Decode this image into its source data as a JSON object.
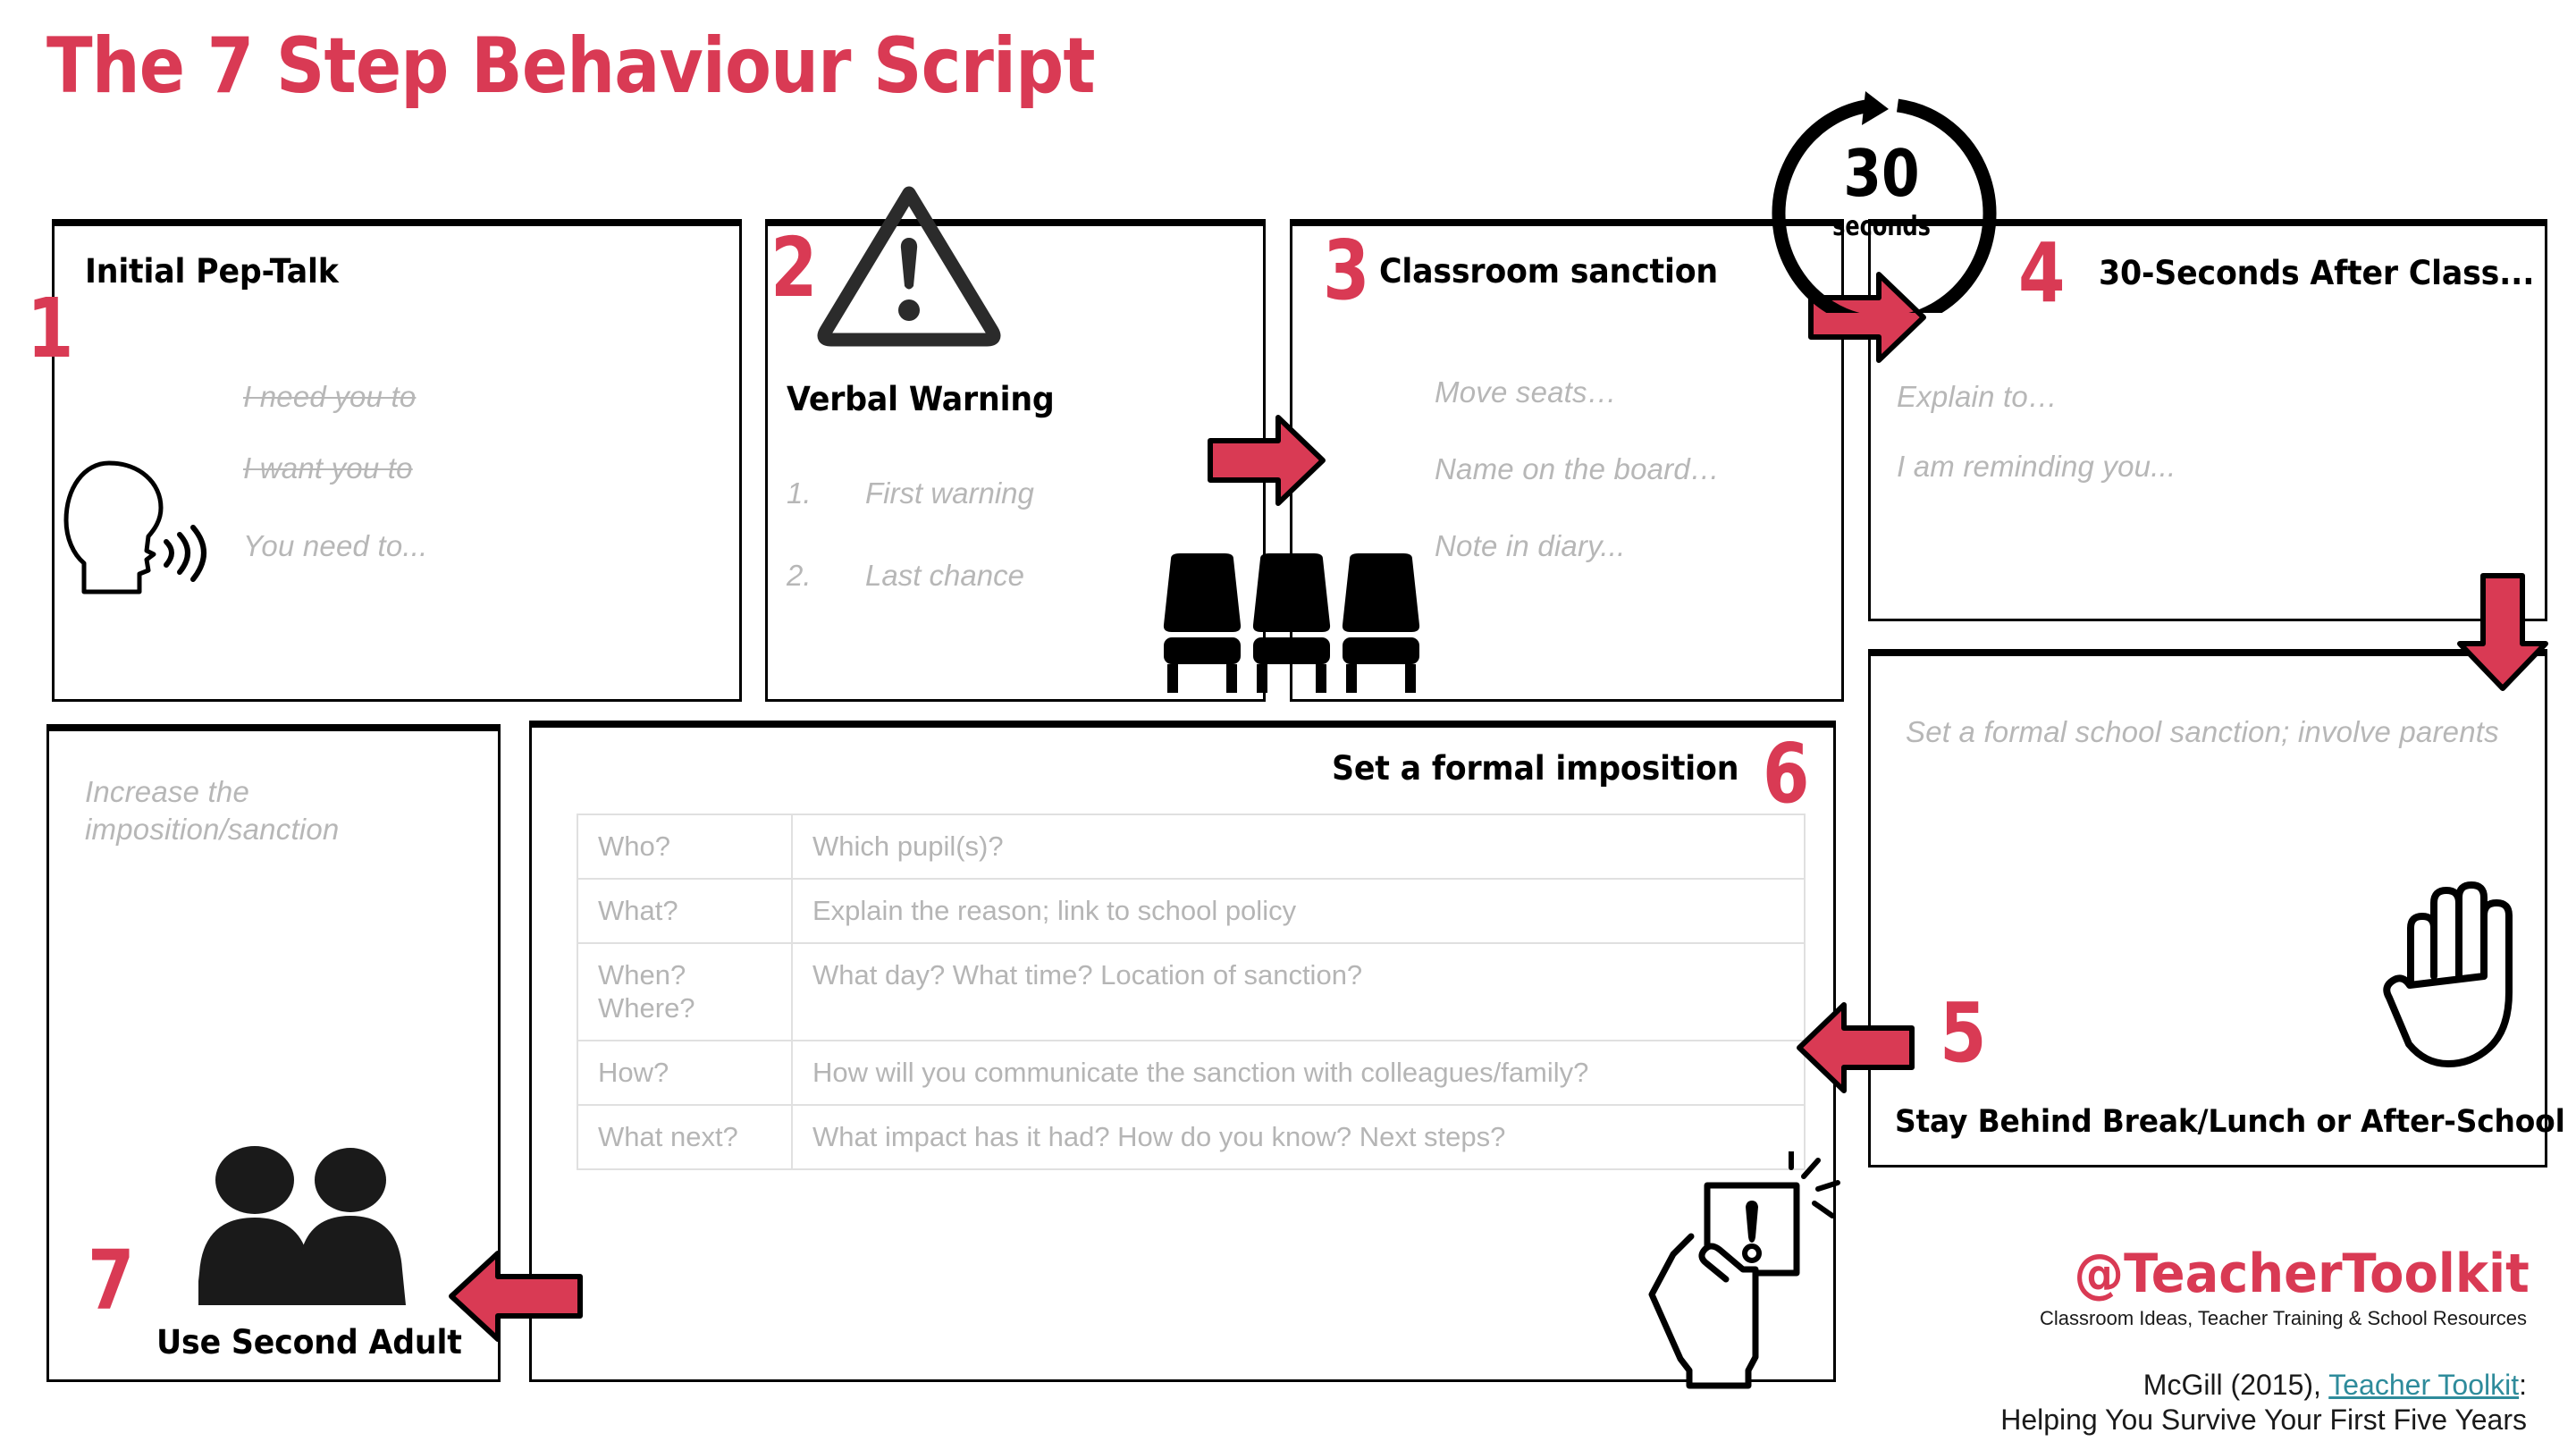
{
  "colors": {
    "accent_red": "#d93a54",
    "ghost_grey": "#b7b7b7",
    "link_teal": "#2e8b9b",
    "ink": "#000000"
  },
  "title": "The 7 Step Behaviour Script",
  "steps": [
    {
      "number": "1",
      "title": "Initial Pep-Talk",
      "icon": "speaking-head-icon",
      "lines": [
        "I need you to",
        "I want you to",
        "You need to..."
      ],
      "struck": [
        true,
        true,
        false
      ]
    },
    {
      "number": "2",
      "title": "Verbal Warning",
      "icon": "warning-triangle-icon",
      "list": [
        {
          "marker": "1.",
          "text": "First warning"
        },
        {
          "marker": "2.",
          "text": "Last chance"
        }
      ]
    },
    {
      "number": "3",
      "title": "Classroom sanction",
      "icon": "seats-icon",
      "lines": [
        "Move seats…",
        "Name on the board…",
        "Note in diary..."
      ]
    },
    {
      "number": "4",
      "title": "30-Seconds After Class...",
      "icon": "thirty-seconds-icon",
      "lines": [
        "Explain to…",
        "I am reminding you..."
      ]
    },
    {
      "number": "5",
      "title": "Stay Behind Break/Lunch or After-School",
      "icon": "stop-hand-icon",
      "lines": [
        "Set a formal school sanction; involve parents"
      ]
    },
    {
      "number": "6",
      "title": "Set a formal imposition",
      "icon": "hand-holding-card-icon"
    },
    {
      "number": "7",
      "title": "Use Second Adult",
      "icon": "two-people-icon",
      "lines": [
        "Increase the imposition/sanction"
      ]
    }
  ],
  "timer_badge": {
    "value": "30",
    "unit": "seconds"
  },
  "imposition_table": {
    "rows": [
      {
        "question": "Who?",
        "prompt": "Which pupil(s)?"
      },
      {
        "question": "What?",
        "prompt": "Explain the reason; link to school policy"
      },
      {
        "question": "When?\nWhere?",
        "prompt": "What day? What time? Location of sanction?"
      },
      {
        "question": "How?",
        "prompt": "How will you communicate the sanction with colleagues/family?"
      },
      {
        "question": "What next?",
        "prompt": "What impact has it had? How do you know? Next steps?"
      }
    ]
  },
  "branding": {
    "name": "@TeacherToolkit",
    "tagline": "Classroom Ideas, Teacher Training & School Resources",
    "citation_prefix": "McGill (2015), ",
    "citation_link": "Teacher Toolkit",
    "citation_suffix": ":",
    "citation_line2": "Helping You Survive Your First Five Years"
  }
}
